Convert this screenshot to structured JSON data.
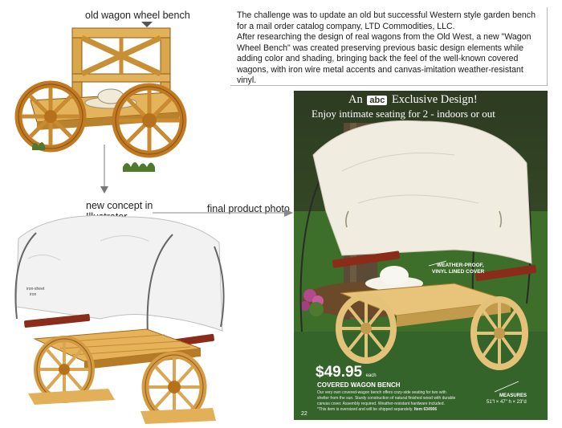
{
  "labels": {
    "old_bench": "old wagon wheel bench",
    "new_concept_line1": "new concept in",
    "new_concept_line2": "Illustrator",
    "final_photo": "final product photo"
  },
  "description": {
    "paragraph1": "The challenge was to update an old but successful Western style garden bench for a mail order catalog company, LTD Commodities, LLC.",
    "paragraph2": "After researching the design of real wagons from the Old West, a new  \"Wagon Wheel Bench\" was created preserving previous basic design elements while adding color and  shading, bringing back the feel of the well-known covered wagons, with iron wire metal accents and canvas-imitation weather-resistant vinyl."
  },
  "sketch": {
    "callout_line1": "iron-sheet",
    "callout_line2": "iron"
  },
  "ad": {
    "headline_an": "An",
    "headline_logo": "abc",
    "headline_rest": "Exclusive Design!",
    "subhead": "Enjoy intimate seating for 2 - indoors or out",
    "callout_line1": "WEATHER-PROOF,",
    "callout_line2": "VINYL LINED COVER",
    "price": "$49.95",
    "price_suffix": "each",
    "product_name": "COVERED WAGON BENCH",
    "body_line1": "Our very own covered-wagon bench offers cozy-side seating for two with",
    "body_line2": "shelter from the sun. Sturdy construction of natural finished wood with durable",
    "body_line3": "canvas cover. Assembly required. Weather-resistant hardware included.",
    "body_line4": "*This item is oversized and will be shipped separately.",
    "item_number": "Item 634906",
    "page_number": "22",
    "measures_label": "MEASURES",
    "measures_value": "51\"l × 47\" h × 23\"d"
  },
  "colors": {
    "wood": "#d9a64a",
    "wood_dark": "#a86e1e",
    "grass": "#3d6e2a",
    "accent_red": "#8b2b1a"
  }
}
